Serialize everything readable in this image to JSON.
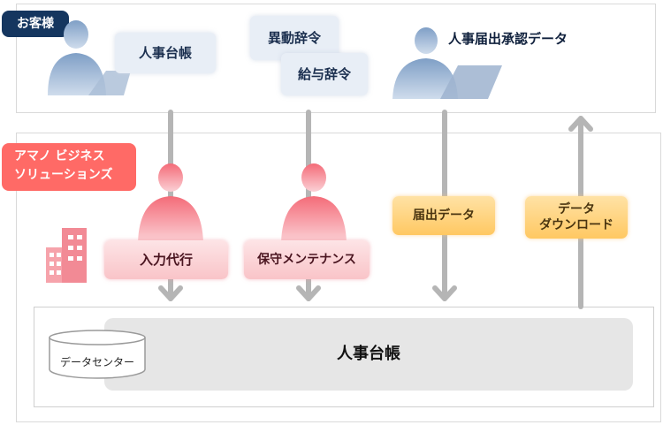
{
  "customer": {
    "tag": "お客様",
    "ledger_label": "人事台帳",
    "transfer_label": "異動辞令",
    "salary_label": "給与辞令",
    "approval_label": "人事届出承認データ"
  },
  "amano": {
    "tag_line1": "アマノ ビジネス",
    "tag_line2": "ソリューションズ",
    "input_label": "入力代行",
    "maintenance_label": "保守メンテナンス",
    "notification_label": "届出データ",
    "download_line1": "データ",
    "download_line2": "ダウンロード"
  },
  "datacenter": {
    "label": "データセンター",
    "ledger_label": "人事台帳"
  },
  "colors": {
    "customer_tag": "#15365f",
    "amano_tag": "#ff6a66",
    "arrow": "#b5b5b5",
    "orange_label": "#ffc862",
    "pink_label": "#f9c4c8"
  }
}
